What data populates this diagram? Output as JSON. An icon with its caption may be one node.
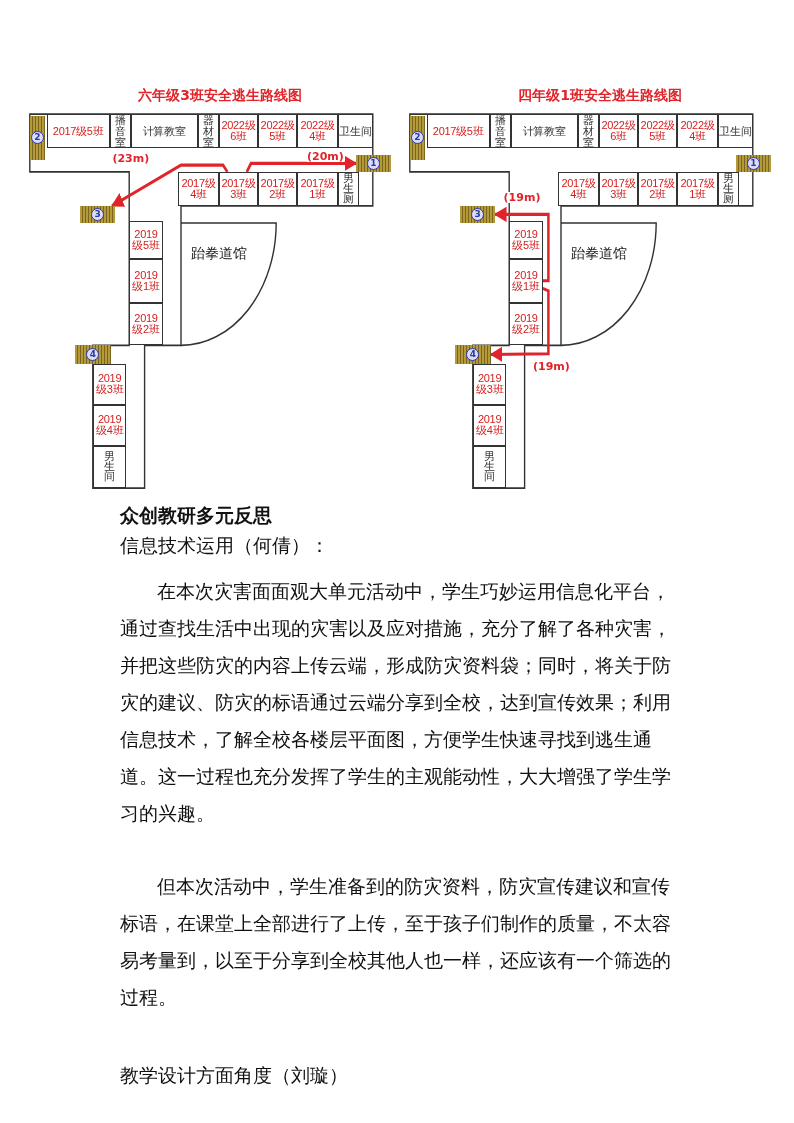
{
  "diagram": {
    "nodes": [
      {
        "text": [
          "六年级3班安全逃生路线图"
        ]
      },
      {
        "text": [
          "2017级5班"
        ],
        "in": 0
      },
      {
        "text": [
          "播音室"
        ],
        "in": 0
      },
      {
        "text": [
          "计算教室"
        ],
        "in": 0
      },
      {
        "text": [
          "器材室"
        ],
        "in": 0
      },
      {
        "text": [
          "2022级6班"
        ],
        "in": 0
      },
      {
        "text": [
          "2022级5班"
        ],
        "in": 0
      },
      {
        "text": [
          "2022级4班"
        ],
        "in": 0
      },
      {
        "text": [
          "卫生间"
        ],
        "in": 0
      },
      {
        "text": [
          "2017级4班"
        ],
        "in": 0
      },
      {
        "text": [
          "2017级3班"
        ],
        "in": 0
      },
      {
        "text": [
          "2017级2班"
        ],
        "in": 0
      },
      {
        "text": [
          "2017级1班"
        ],
        "in": 0
      },
      {
        "text": [
          "男生厕"
        ],
        "in": 0
      },
      {
        "text": [
          "2019级5班"
        ],
        "in": 0
      },
      {
        "text": [
          "2019级1班"
        ],
        "in": 0
      },
      {
        "text": [
          "2019级2班"
        ],
        "in": 0
      },
      {
        "text": [
          "2019级3班"
        ],
        "in": 0
      },
      {
        "text": [
          "2019级4班"
        ],
        "in": 0
      },
      {
        "text": [
          "男生间"
        ],
        "in": 0
      },
      {
        "text": [
          "跆拳道馆"
        ],
        "in": 0
      },
      {
        "text": [
          "1"
        ],
        "in": 0
      },
      {
        "text": [
          "2"
        ],
        "in": 0
      },
      {
        "text": [
          "3"
        ],
        "in": 0
      },
      {
        "text": [
          "4"
        ],
        "in": 0
      },
      {
        "text": [
          "四年级1班安全逃生路线图"
        ]
      },
      {
        "text": [
          "2017级5班"
        ],
        "in": 25
      },
      {
        "text": [
          "播音室"
        ],
        "in": 25
      },
      {
        "text": [
          "计算教室"
        ],
        "in": 25
      },
      {
        "text": [
          "器材室"
        ],
        "in": 25
      },
      {
        "text": [
          "2022级6班"
        ],
        "in": 25
      },
      {
        "text": [
          "2022级5班"
        ],
        "in": 25
      },
      {
        "text": [
          "2022级4班"
        ],
        "in": 25
      },
      {
        "text": [
          "卫生间"
        ],
        "in": 25
      },
      {
        "text": [
          "2017级4班"
        ],
        "in": 25
      },
      {
        "text": [
          "2017级3班"
        ],
        "in": 25
      },
      {
        "text": [
          "2017级2班"
        ],
        "in": 25
      },
      {
        "text": [
          "2017级1班"
        ],
        "in": 25
      },
      {
        "text": [
          "男生厕"
        ],
        "in": 25
      },
      {
        "text": [
          "2019级5班"
        ],
        "in": 25
      },
      {
        "text": [
          "2019级1班"
        ],
        "in": 25
      },
      {
        "text": [
          "2019级2班"
        ],
        "in": 25
      },
      {
        "text": [
          "2019级3班"
        ],
        "in": 25
      },
      {
        "text": [
          "2019级4班"
        ],
        "in": 25
      },
      {
        "text": [
          "男生间"
        ],
        "in": 25
      },
      {
        "text": [
          "跆拳道馆"
        ],
        "in": 25
      },
      {
        "text": [
          "1"
        ],
        "in": 25
      },
      {
        "text": [
          "2"
        ],
        "in": 25
      },
      {
        "text": [
          "3"
        ],
        "in": 25
      },
      {
        "text": [
          "4"
        ],
        "in": 25
      }
    ],
    "edges": [
      {
        "from": 10,
        "to": 23,
        "arrow": "to",
        "label": "(23m)"
      },
      {
        "from": 10,
        "to": 21,
        "arrow": "to",
        "label": "(20m)"
      },
      {
        "from": 40,
        "to": 48,
        "arrow": "to",
        "label": "(19m)"
      },
      {
        "from": 40,
        "to": 49,
        "arrow": "to",
        "label": "(19m)"
      }
    ],
    "labels": [
      "众创教研多元反思",
      "信息技术运用（何倩）：",
      "在本次灾害面面观大单元活动中，学生巧妙运用信息化平台，通过查找生活中出现的灾害以及应对措施，充分了解了各种灾害，并把这些防灾的内容上传云端，形成防灾资料袋；同时，将关于防灾的建议、防灾的标语通过云端分享到全校，达到宣传效果；利用信息技术，了解全校各楼层平面图，方便学生快速寻找到逃生通道。这一过程也充分发挥了学生的主观能动性，大大增强了学生学习的兴趣。",
      "但本次活动中，学生准备到的防灾资料，防灾宣传建议和宣传标语，在课堂上全部进行了上传，至于孩子们制作的质量，不太容易考量到，以至于分享到全校其他人也一样，还应该有一个筛选的过程。",
      "教学设计方面角度（刘璇）"
    ]
  }
}
